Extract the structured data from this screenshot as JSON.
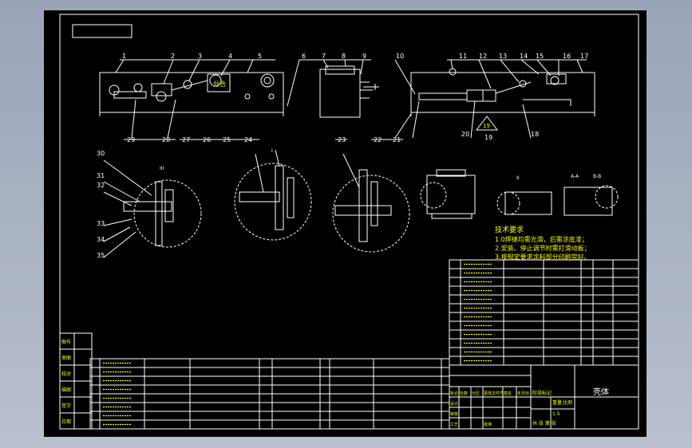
{
  "drawing": {
    "title": "壳体",
    "part_labels_top": [
      "1",
      "2",
      "3",
      "4",
      "5",
      "6",
      "7",
      "8",
      "9",
      "10",
      "11",
      "12",
      "13",
      "14",
      "15",
      "16",
      "17"
    ],
    "part_labels_bottom": [
      "29",
      "28",
      "27",
      "26",
      "25",
      "24",
      "23",
      "22",
      "21",
      "20",
      "19",
      "18"
    ],
    "part_labels_left": [
      "30",
      "31",
      "32",
      "33",
      "34",
      "35"
    ],
    "section_marks": [
      "III",
      "I",
      "II",
      "A-A",
      "B-B"
    ],
    "tech_requirements": {
      "heading": "技术要求",
      "items": [
        "1.0焊缝均需光滑，后需涂底漆；",
        "2.安装、停止调节时需打滑动板；",
        "3.按规定要求涂料部分印刷完好。"
      ]
    },
    "left_sidebar_labels": [
      "图号",
      "审图",
      "校对",
      "描图",
      "签字",
      "日期"
    ],
    "title_block": {
      "labels": [
        "标记",
        "处数",
        "分区",
        "更改文件号",
        "签名",
        "年月日",
        "设计",
        "审核",
        "工艺",
        "批准"
      ],
      "stage_label": "阶段标记",
      "weight_label": "重量",
      "scale_label": "比例",
      "scale_value": "1:5",
      "sheet_label": "共 张 第 张"
    },
    "colors": {
      "background": "#000000",
      "lines": "#ffffff",
      "text": "#ffff00",
      "frame": "#9aa4b8"
    }
  }
}
